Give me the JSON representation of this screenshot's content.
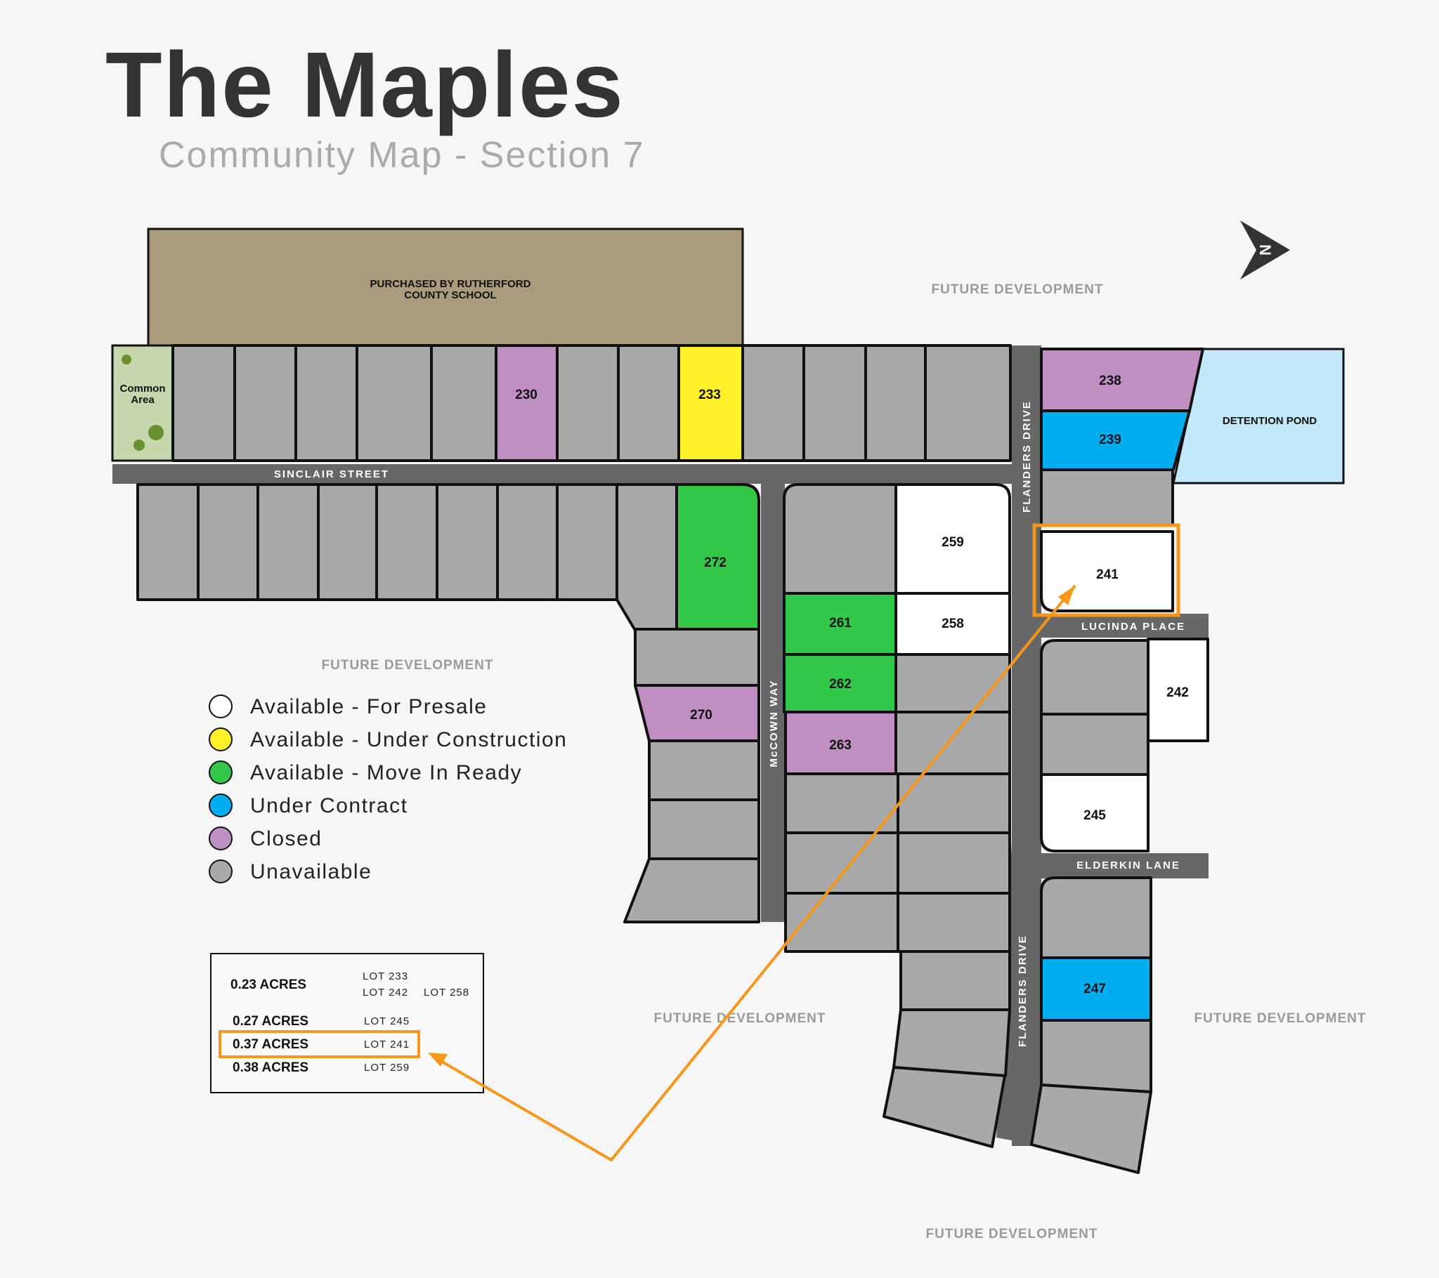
{
  "title": "The Maples",
  "subtitle": "Community Map - Section 7",
  "colors": {
    "available_presale": "#ffffff",
    "under_construction": "#fff02a",
    "move_in_ready": "#33c84a",
    "under_contract": "#00aeef",
    "closed": "#bf8fc2",
    "unavailable": "#a9a9a9",
    "school": "#a99c7d",
    "pond": "#c4e8fb",
    "common_area": "#c7d7ad",
    "street": "#676767",
    "highlight": "#f5971b"
  },
  "regions": {
    "school": "PURCHASED BY RUTHERFORD COUNTY SCHOOL",
    "school_line1": "PURCHASED BY RUTHERFORD",
    "school_line2": "COUNTY SCHOOL",
    "pond": "DETENTION POND",
    "common_area_line1": "Common",
    "common_area_line2": "Area",
    "future_development": "FUTURE DEVELOPMENT"
  },
  "streets": {
    "sinclair": "SINCLAIR  STREET",
    "flanders": "FLANDERS DRIVE",
    "mccown": "McCOWN  WAY",
    "lucinda": "LUCINDA PLACE",
    "elderkin": "ELDERKIN LANE"
  },
  "lots": [
    {
      "number": "230",
      "status": "closed"
    },
    {
      "number": "233",
      "status": "under_construction"
    },
    {
      "number": "238",
      "status": "closed"
    },
    {
      "number": "239",
      "status": "under_contract"
    },
    {
      "number": "241",
      "status": "available_presale",
      "highlighted": true
    },
    {
      "number": "242",
      "status": "available_presale"
    },
    {
      "number": "245",
      "status": "available_presale"
    },
    {
      "number": "247",
      "status": "under_contract"
    },
    {
      "number": "258",
      "status": "available_presale"
    },
    {
      "number": "259",
      "status": "available_presale"
    },
    {
      "number": "261",
      "status": "move_in_ready"
    },
    {
      "number": "262",
      "status": "move_in_ready"
    },
    {
      "number": "263",
      "status": "closed"
    },
    {
      "number": "270",
      "status": "closed"
    },
    {
      "number": "272",
      "status": "move_in_ready"
    }
  ],
  "legend": [
    {
      "label": "Available - For Presale",
      "status": "available_presale"
    },
    {
      "label": "Available - Under Construction",
      "status": "under_construction"
    },
    {
      "label": "Available - Move In Ready",
      "status": "move_in_ready"
    },
    {
      "label": "Under Contract",
      "status": "under_contract"
    },
    {
      "label": "Closed",
      "status": "closed"
    },
    {
      "label": "Unavailable",
      "status": "unavailable"
    }
  ],
  "acreage": [
    {
      "acres": "0.23 ACRES",
      "lots": [
        "LOT 233",
        "LOT 242",
        "LOT 258"
      ]
    },
    {
      "acres": "0.27 ACRES",
      "lots": [
        "LOT 245"
      ]
    },
    {
      "acres": "0.37 ACRES",
      "lots": [
        "LOT 241"
      ],
      "highlighted": true
    },
    {
      "acres": "0.38 ACRES",
      "lots": [
        "LOT 259"
      ]
    }
  ],
  "compass": {
    "label": "N",
    "icon": "north-arrow-icon"
  }
}
